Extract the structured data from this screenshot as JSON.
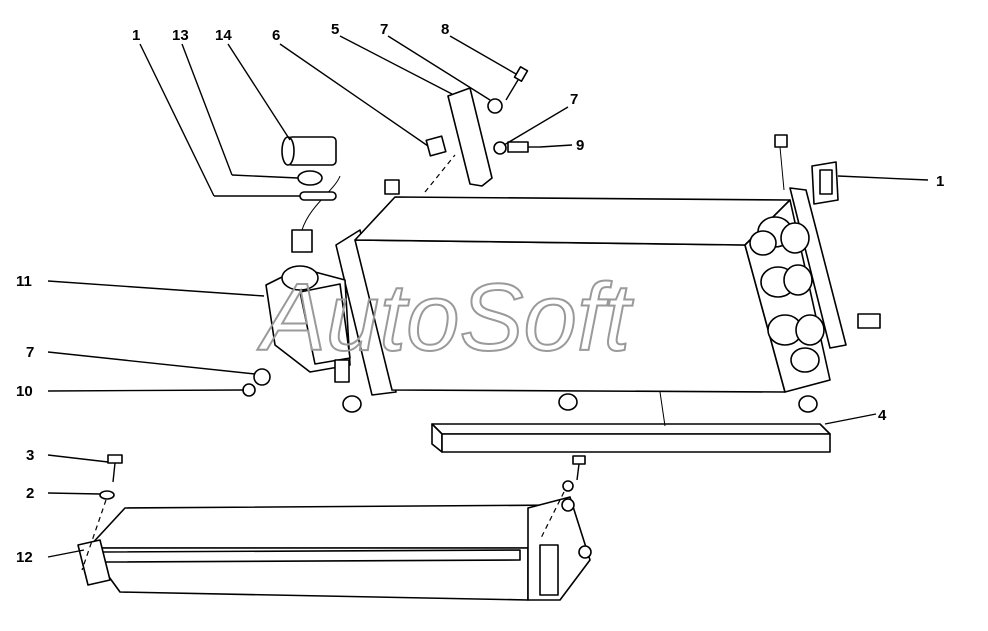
{
  "watermark": "AutoSoft",
  "callouts": [
    {
      "id": "c1a",
      "label": "1"
    },
    {
      "id": "c13",
      "label": "13"
    },
    {
      "id": "c14",
      "label": "14"
    },
    {
      "id": "c6",
      "label": "6"
    },
    {
      "id": "c5",
      "label": "5"
    },
    {
      "id": "c7a",
      "label": "7"
    },
    {
      "id": "c8",
      "label": "8"
    },
    {
      "id": "c7b",
      "label": "7"
    },
    {
      "id": "c9",
      "label": "9"
    },
    {
      "id": "c1b",
      "label": "1"
    },
    {
      "id": "c11",
      "label": "11"
    },
    {
      "id": "c7c",
      "label": "7"
    },
    {
      "id": "c10",
      "label": "10"
    },
    {
      "id": "c4",
      "label": "4"
    },
    {
      "id": "c3",
      "label": "3"
    },
    {
      "id": "c2",
      "label": "2"
    },
    {
      "id": "c12",
      "label": "12"
    }
  ]
}
